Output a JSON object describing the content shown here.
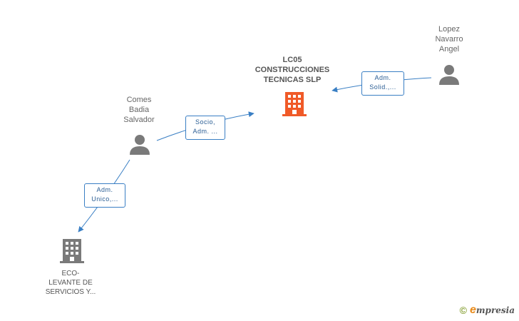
{
  "nodes": {
    "main_company": {
      "lines": [
        "LC05",
        "CONSTRUCCIONES",
        "TECNICAS SLP"
      ]
    },
    "person_comes": {
      "lines": [
        "Comes",
        "Badia",
        "Salvador"
      ]
    },
    "person_lopez": {
      "lines": [
        "Lopez",
        "Navarro",
        "Angel"
      ]
    },
    "company_eco": {
      "lines": [
        "ECO-",
        "LEVANTE DE",
        "SERVICIOS Y..."
      ]
    }
  },
  "edges": {
    "comes_to_main": {
      "lines": [
        "Socio,",
        "Adm. ..."
      ]
    },
    "lopez_to_main": {
      "lines": [
        "Adm.",
        "Solid.,..."
      ]
    },
    "comes_to_eco": {
      "lines": [
        "Adm.",
        "Unico,..."
      ]
    }
  },
  "footer": {
    "copyright": "©",
    "brand_initial": "e",
    "brand_rest": "mpresia"
  },
  "colors": {
    "main_company_icon": "#f05a28",
    "company_icon": "#7a7a7a",
    "person_icon": "#7a7a7a",
    "edge_line": "#3a7fc4"
  }
}
